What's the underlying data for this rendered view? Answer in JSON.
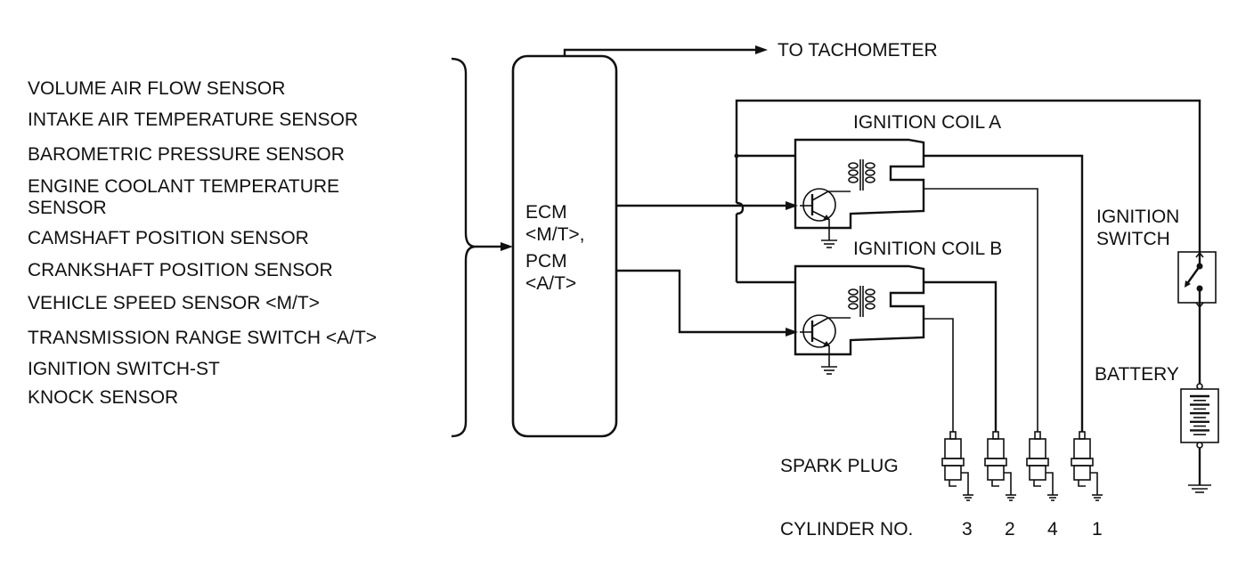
{
  "diagram": {
    "title": "Ignition system wiring diagram",
    "input_sensors": [
      "VOLUME AIR FLOW SENSOR",
      "INTAKE AIR TEMPERATURE SENSOR",
      "BAROMETRIC PRESSURE SENSOR",
      "ENGINE COOLANT TEMPERATURE",
      "SENSOR",
      "CAMSHAFT POSITION SENSOR",
      "CRANKSHAFT POSITION SENSOR",
      "VEHICLE SPEED SENSOR <M/T>",
      "TRANSMISSION RANGE SWITCH <A/T>",
      "IGNITION SWITCH-ST",
      "KNOCK SENSOR"
    ],
    "control_unit": {
      "lines": [
        "ECM",
        "<M/T>,",
        "PCM",
        "<A/T>"
      ]
    },
    "outputs": {
      "tachometer": "TO TACHOMETER"
    },
    "ignition_coils": [
      {
        "label": "IGNITION COIL A",
        "cylinders": [
          4,
          1
        ]
      },
      {
        "label": "IGNITION COIL B",
        "cylinders": [
          3,
          2
        ]
      }
    ],
    "power": {
      "ignition_switch": [
        "IGNITION",
        "SWITCH"
      ],
      "battery": "BATTERY"
    },
    "spark_plugs": {
      "label": "SPARK PLUG",
      "cylinder_label": "CYLINDER NO.",
      "cylinder_order": [
        "3",
        "2",
        "4",
        "1"
      ]
    }
  }
}
